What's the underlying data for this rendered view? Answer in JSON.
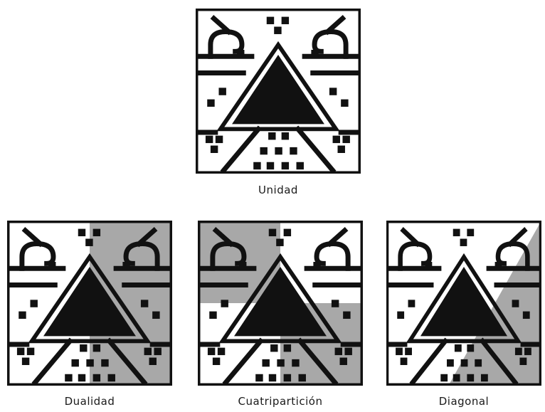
{
  "colors": {
    "ink": "#111111",
    "shade": "#a8a8a8",
    "paper": "#ffffff"
  },
  "panels": [
    {
      "id": "unidad",
      "label": "Unidad",
      "partition": "none"
    },
    {
      "id": "dualidad",
      "label": "Dualidad",
      "partition": "right-half"
    },
    {
      "id": "cuatri",
      "label": "Cuatripartición",
      "partition": "quadrants-diagonal"
    },
    {
      "id": "diagonal",
      "label": "Diagonal",
      "partition": "diagonal"
    }
  ]
}
